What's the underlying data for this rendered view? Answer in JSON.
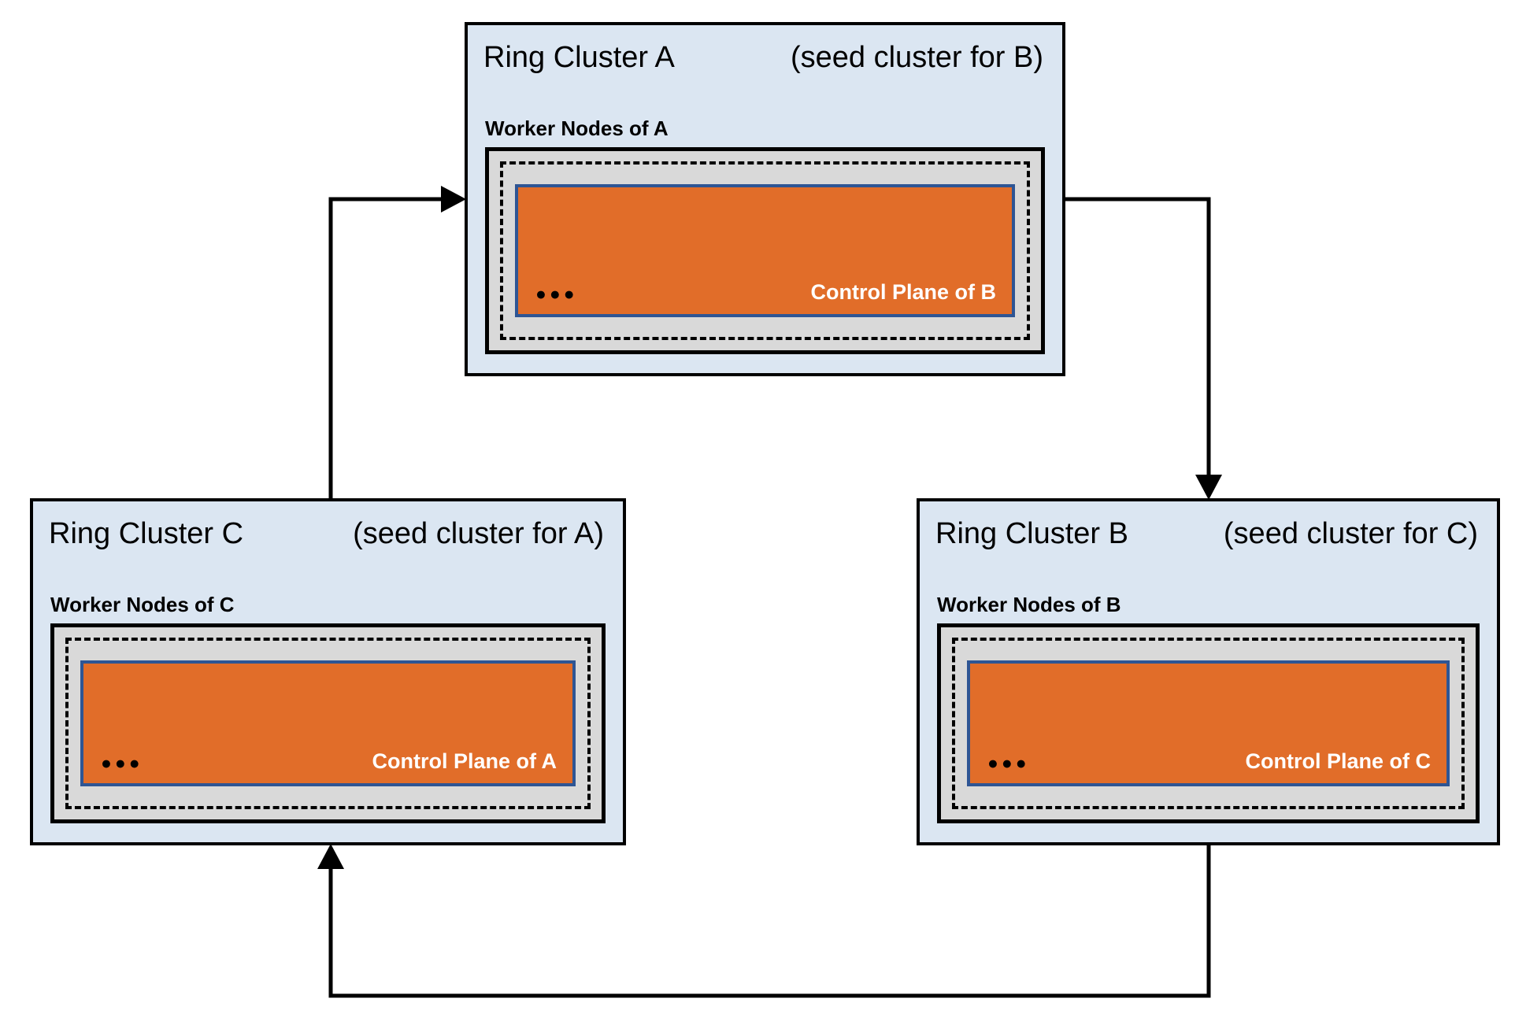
{
  "diagram": {
    "background": "#ffffff",
    "arrow_color": "#000000",
    "colors": {
      "cluster_bg": "#dbe6f2",
      "cluster_border": "#000000",
      "worker_box_bg": "#d9d9d9",
      "dashed_outline": "#000000",
      "control_plane_bg": "#e16d29",
      "control_plane_border": "#2e5594",
      "control_plane_text": "#ffffff"
    },
    "clusters": [
      {
        "id": "A",
        "title": "Ring Cluster A",
        "subtitle": "(seed cluster for B)",
        "worker_label": "Worker Nodes of A",
        "dots": "●●●",
        "control_plane_label": "Control Plane of B"
      },
      {
        "id": "C",
        "title": "Ring Cluster C",
        "subtitle": "(seed cluster for A)",
        "worker_label": "Worker Nodes of C",
        "dots": "●●●",
        "control_plane_label": "Control Plane of A"
      },
      {
        "id": "B",
        "title": "Ring Cluster B",
        "subtitle": "(seed cluster for C)",
        "worker_label": "Worker Nodes of B",
        "dots": "●●●",
        "control_plane_label": "Control Plane of C"
      }
    ],
    "arrows": [
      {
        "from": "C",
        "to": "A"
      },
      {
        "from": "A",
        "to": "B"
      },
      {
        "from": "B",
        "to": "C"
      }
    ]
  }
}
